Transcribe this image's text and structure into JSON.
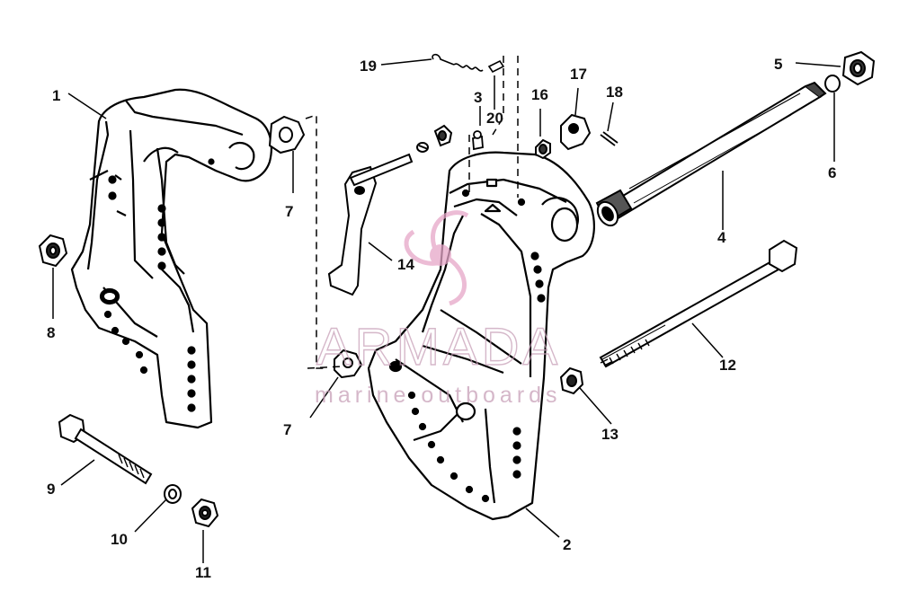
{
  "diagram": {
    "callouts": [
      "1",
      "2",
      "3",
      "4",
      "5",
      "6",
      "7",
      "7",
      "8",
      "9",
      "10",
      "11",
      "12",
      "13",
      "14",
      "16",
      "17",
      "18",
      "19",
      "20"
    ]
  },
  "watermark": {
    "brand": "ARMADA",
    "tagline": "marine outboards",
    "color": "#c8a0b8",
    "logo_color": "#e6a6c8"
  }
}
